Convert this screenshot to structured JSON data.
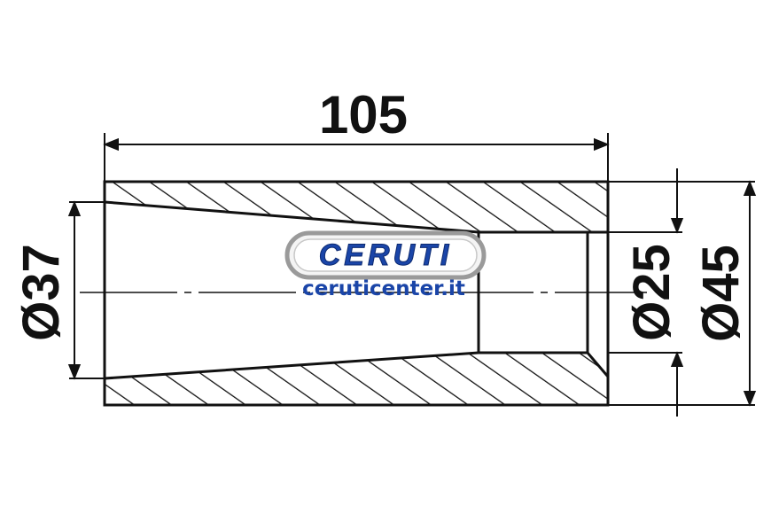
{
  "dimensions": {
    "length": "105",
    "inner_diameter_large": "Ø37",
    "inner_diameter_small": "Ø25",
    "outer_diameter": "Ø45"
  },
  "watermark": {
    "logo": "CERUTI",
    "url": "ceruticenter.it"
  },
  "colors": {
    "ink": "#111111",
    "logo_blue": "#1a45a8",
    "logo_border": "#9a9a9a"
  }
}
